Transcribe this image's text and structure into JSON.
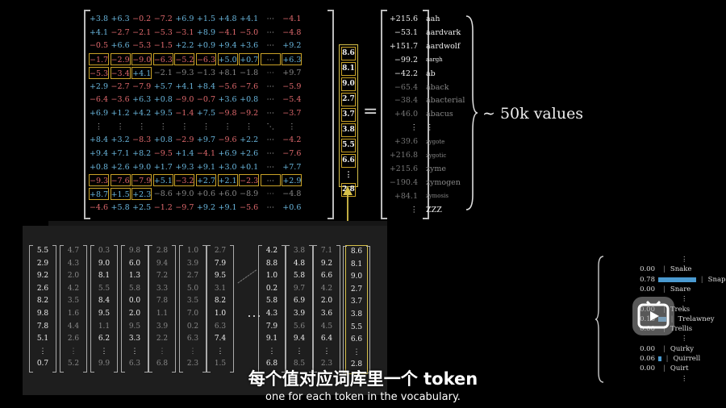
{
  "matrix": {
    "rows": [
      {
        "cells": [
          "+3.8",
          "+6.3",
          "−0.2",
          "−7.2",
          "+6.9",
          "+1.5",
          "+4.8",
          "+4.1",
          "⋯",
          "−4.1"
        ],
        "boxed": false
      },
      {
        "cells": [
          "+4.1",
          "−2.7",
          "−2.1",
          "−5.3",
          "−3.1",
          "+8.9",
          "−4.1",
          "−5.0",
          "⋯",
          "−4.8"
        ],
        "boxed": false
      },
      {
        "cells": [
          "−0.5",
          "+6.6",
          "−5.3",
          "−1.5",
          "+2.2",
          "+0.9",
          "+9.4",
          "+3.6",
          "⋯",
          "+9.2"
        ],
        "boxed": false
      },
      {
        "cells": [
          "−1.7",
          "−2.9",
          "−9.0",
          "−6.3",
          "−5.2",
          "−6.3",
          "+5.0",
          "+0.7",
          "⋯",
          "+6.3"
        ],
        "boxed": true
      },
      {
        "cells": [
          "−5.3",
          "−3.4",
          "+4.1",
          "−2.1",
          "−9.3",
          "−1.3",
          "+8.1",
          "−1.8",
          "⋯",
          "+9.7"
        ],
        "boxed": "partial"
      },
      {
        "cells": [
          "+2.9",
          "−2.7",
          "−7.9",
          "+5.7",
          "+4.1",
          "+8.4",
          "−5.6",
          "−7.6",
          "⋯",
          "−5.9"
        ],
        "boxed": false
      },
      {
        "cells": [
          "−6.4",
          "−3.6",
          "+6.3",
          "+0.8",
          "−9.0",
          "−0.7",
          "+3.6",
          "+0.8",
          "⋯",
          "−5.4"
        ],
        "boxed": false
      },
      {
        "cells": [
          "+6.9",
          "+1.2",
          "+4.2",
          "+9.5",
          "−1.4",
          "+7.5",
          "−9.8",
          "−9.2",
          "⋯",
          "−3.7"
        ],
        "boxed": false
      },
      {
        "cells": [
          "⋮",
          "⋮",
          "⋮",
          "⋮",
          "⋮",
          "⋮",
          "⋮",
          "⋮",
          "⋱",
          "⋮"
        ],
        "boxed": false
      },
      {
        "cells": [
          "+8.4",
          "+3.2",
          "−8.3",
          "+0.8",
          "−2.9",
          "+9.7",
          "−9.6",
          "+2.2",
          "⋯",
          "−4.2"
        ],
        "boxed": false
      },
      {
        "cells": [
          "+9.4",
          "+7.1",
          "+8.2",
          "−9.5",
          "+1.4",
          "−4.1",
          "+6.9",
          "+2.6",
          "⋯",
          "−7.6"
        ],
        "boxed": false
      },
      {
        "cells": [
          "+0.8",
          "+2.6",
          "+9.0",
          "+1.7",
          "+9.3",
          "+9.1",
          "+3.0",
          "+0.1",
          "⋯",
          "+7.7"
        ],
        "boxed": false
      },
      {
        "cells": [
          "−9.3",
          "−7.6",
          "−7.9",
          "+5.1",
          "−3.2",
          "+2.7",
          "+2.1",
          "−2.3",
          "⋯",
          "+2.9"
        ],
        "boxed": true
      },
      {
        "cells": [
          "+8.7",
          "+1.5",
          "+2.3",
          "−8.6",
          "+9.0",
          "+0.6",
          "+6.0",
          "−8.9",
          "⋯",
          "−4.8"
        ],
        "boxed": "partial"
      },
      {
        "cells": [
          "−4.6",
          "+5.8",
          "+2.5",
          "−1.2",
          "−9.7",
          "+9.2",
          "+9.1",
          "−5.6",
          "⋯",
          "+0.6"
        ],
        "boxed": false
      }
    ]
  },
  "vector": [
    "8.6",
    "8.1",
    "9.0",
    "2.7",
    "3.7",
    "3.8",
    "5.5",
    "6.6",
    "⋮",
    "2.8"
  ],
  "equals": "=",
  "results": [
    {
      "value": "+215.6",
      "label": "aah",
      "dim": false,
      "small": false
    },
    {
      "value": "−53.1",
      "label": "aardvark",
      "dim": false,
      "small": false
    },
    {
      "value": "+151.7",
      "label": "aardwolf",
      "dim": false,
      "small": false
    },
    {
      "value": "−99.2",
      "label": "aargh",
      "dim": false,
      "small": true
    },
    {
      "value": "−42.2",
      "label": "ab",
      "dim": false,
      "small": false
    },
    {
      "value": "−65.4",
      "label": "aback",
      "dim": true,
      "small": false
    },
    {
      "value": "−38.4",
      "label": "abacterial",
      "dim": true,
      "small": false
    },
    {
      "value": "+46.0",
      "label": "abacus",
      "dim": true,
      "small": false
    },
    {
      "value": "⋮",
      "label": "⋮",
      "dim": false,
      "small": false
    },
    {
      "value": "+39.6",
      "label": "zygote",
      "dim": true,
      "small": true
    },
    {
      "value": "+216.8",
      "label": "zygotic",
      "dim": true,
      "small": true
    },
    {
      "value": "+215.6",
      "label": "zyme",
      "dim": true,
      "small": false
    },
    {
      "value": "−190.4",
      "label": "zymogen",
      "dim": true,
      "small": false
    },
    {
      "value": "+84.1",
      "label": "zymosis",
      "dim": true,
      "small": true
    },
    {
      "value": "⋮",
      "label": "ZZZ",
      "dim": false,
      "small": false
    }
  ],
  "fiftyk_label": "∼ 50k values",
  "columns": [
    {
      "values": [
        "5.5",
        "2.9",
        "9.2",
        "2.6",
        "8.2",
        "9.8",
        "7.8",
        "5.1",
        "⋮",
        "0.7"
      ],
      "style": "bright"
    },
    {
      "values": [
        "4.7",
        "4.3",
        "2.0",
        "4.2",
        "3.5",
        "1.6",
        "4.4",
        "2.6",
        "⋮",
        "5.2"
      ],
      "style": "faded"
    },
    {
      "values": [
        "0.3",
        "9.0",
        "8.1",
        "5.5",
        "8.4",
        "9.5",
        "1.1",
        "6.2",
        "⋮",
        "9.9"
      ],
      "style": "mixed"
    },
    {
      "values": [
        "9.8",
        "6.0",
        "1.3",
        "5.8",
        "0.0",
        "2.0",
        "9.5",
        "3.3",
        "⋮",
        "6.3"
      ],
      "style": "mixed"
    },
    {
      "values": [
        "2.8",
        "9.4",
        "7.2",
        "3.3",
        "7.8",
        "1.1",
        "3.9",
        "2.2",
        "⋮",
        "6.8"
      ],
      "style": "faded"
    },
    {
      "values": [
        "1.0",
        "3.9",
        "2.7",
        "5.0",
        "3.5",
        "7.0",
        "0.2",
        "6.3",
        "⋮",
        "2.3"
      ],
      "style": "faded"
    },
    {
      "values": [
        "2.7",
        "7.9",
        "9.5",
        "3.1",
        "8.2",
        "1.0",
        "6.3",
        "7.4",
        "⋮",
        "1.5"
      ],
      "style": "mixed"
    },
    {
      "values": [
        "4.2",
        "8.8",
        "1.0",
        "0.2",
        "5.8",
        "4.3",
        "7.9",
        "9.1",
        "⋮",
        "6.8"
      ],
      "style": "bright"
    },
    {
      "values": [
        "3.8",
        "4.8",
        "5.8",
        "9.7",
        "6.9",
        "3.9",
        "5.6",
        "9.4",
        "⋮",
        "8.5"
      ],
      "style": "mixed"
    },
    {
      "values": [
        "7.1",
        "9.2",
        "6.6",
        "4.2",
        "2.0",
        "3.6",
        "4.5",
        "6.4",
        "⋮",
        "2.3"
      ],
      "style": "mixed"
    },
    {
      "values": [
        "8.6",
        "8.1",
        "9.0",
        "2.7",
        "3.7",
        "3.8",
        "5.5",
        "6.6",
        "⋮",
        "2.8"
      ],
      "style": "bright"
    }
  ],
  "col_ellipsis": "⋯",
  "probs": [
    {
      "value": "",
      "bar": 0,
      "label": "⋮"
    },
    {
      "value": "0.00",
      "bar": 0,
      "label": "Snake"
    },
    {
      "value": "0.78",
      "bar": 0.78,
      "label": "Snape"
    },
    {
      "value": "0.00",
      "bar": 0,
      "label": "Snare"
    },
    {
      "value": "",
      "bar": 0,
      "label": "⋮"
    },
    {
      "value": "0.00",
      "bar": 0,
      "label": "Treks"
    },
    {
      "value": "0.16",
      "bar": 0.16,
      "label": "Trelawney"
    },
    {
      "value": "0.00",
      "bar": 0,
      "label": "Trellis"
    },
    {
      "value": "",
      "bar": 0,
      "label": "⋮"
    },
    {
      "value": "0.00",
      "bar": 0,
      "label": "Quirky"
    },
    {
      "value": "0.06",
      "bar": 0.06,
      "label": "Quirrell"
    },
    {
      "value": "0.00",
      "bar": 0,
      "label": "Quirt"
    },
    {
      "value": "",
      "bar": 0,
      "label": "⋮"
    }
  ],
  "colors": {
    "accent_blue": "#4a9ad0",
    "highlight_yellow": "#d6c04a",
    "positive": "#6ab7de",
    "negative": "#e0696d"
  },
  "subtitle_zh": "每个值对应词库里一个 token",
  "subtitle_en": "one for each token in the vocabulary."
}
